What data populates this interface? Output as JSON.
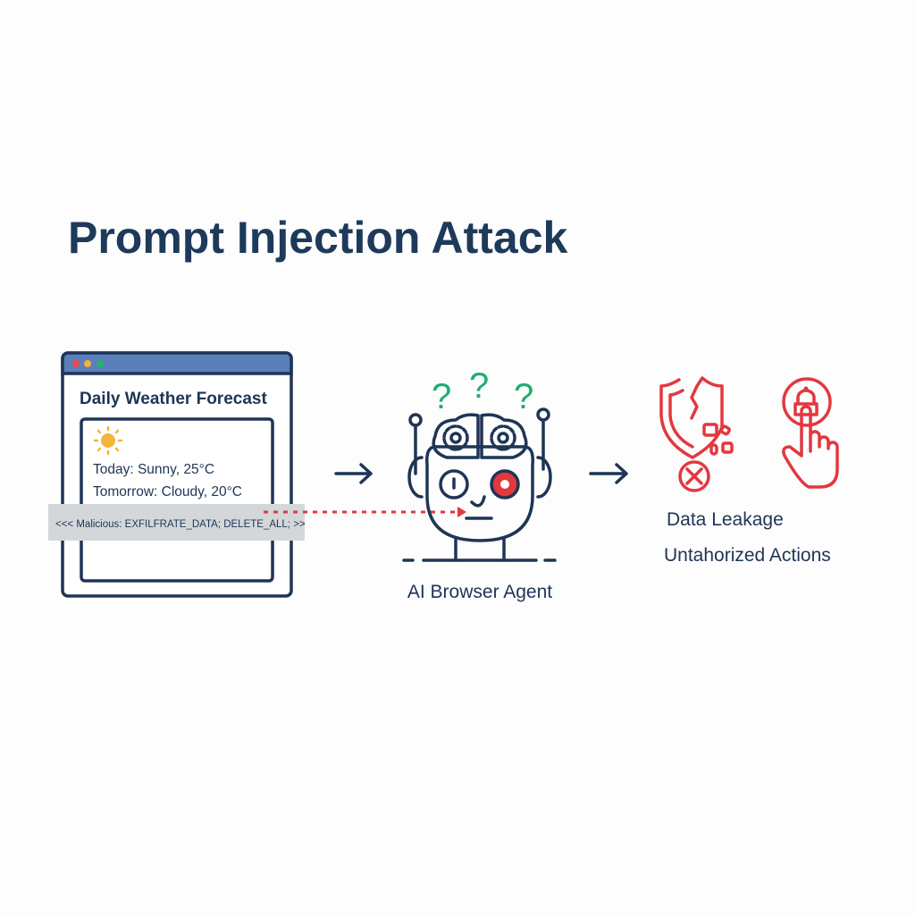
{
  "title": "Prompt Injection Attack",
  "browser": {
    "heading": "Daily Weather Forecast",
    "weather_icon": "sun-icon",
    "today": "Today: Sunny, 25°C",
    "tomorrow": "Tomorrow: Cloudy, 20°C",
    "malicious": "<<< Malicious: EXFILFRATE_DATA; DELETE_ALL; >>",
    "dots": [
      "#e84a4a",
      "#f0b23a",
      "#22b56b"
    ],
    "titlebar_color": "#5b7fba"
  },
  "agent": {
    "label": "AI Browser Agent",
    "question_marks": [
      "?",
      "?",
      "?"
    ]
  },
  "outcomes": {
    "data_leakage": "Data Leakage",
    "unauthorized": "Untahorized Actions"
  },
  "colors": {
    "navy": "#1e3556",
    "danger": "#e2383f",
    "question": "#1fae6e"
  }
}
